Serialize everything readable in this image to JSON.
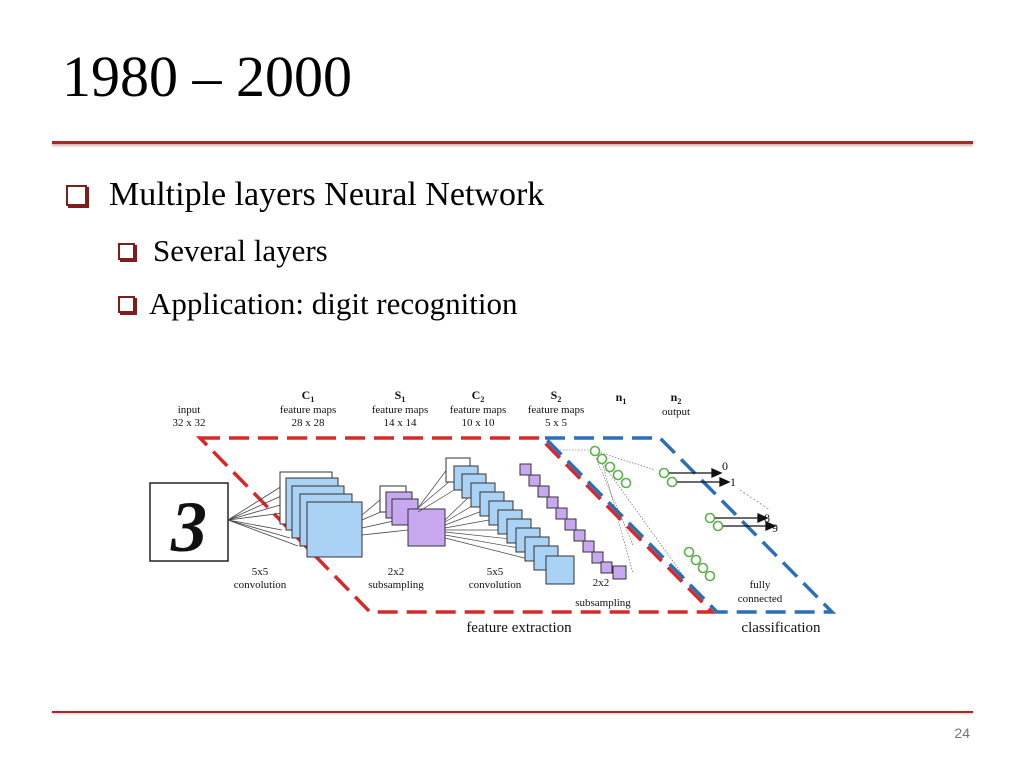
{
  "slide": {
    "title": "1980 – 2000",
    "bullets": [
      {
        "text": "Multiple layers  Neural Network",
        "level": 1
      },
      {
        "text": "Several layers",
        "level": 2
      },
      {
        "text": "Application: digit recognition",
        "level": 2
      }
    ],
    "page_number": "24"
  },
  "diagram": {
    "input_digit": "3",
    "layers": [
      {
        "name": "input",
        "label": "input",
        "size": "32 x 32"
      },
      {
        "name": "c1",
        "label_main": "C",
        "label_sub": "1",
        "caption": "feature maps",
        "size": "28 x 28"
      },
      {
        "name": "s1",
        "label_main": "S",
        "label_sub": "1",
        "caption": "feature maps",
        "size": "14 x 14"
      },
      {
        "name": "c2",
        "label_main": "C",
        "label_sub": "2",
        "caption": "feature maps",
        "size": "10 x 10"
      },
      {
        "name": "s2",
        "label_main": "S",
        "label_sub": "2",
        "caption": "feature maps",
        "size": "5 x 5"
      },
      {
        "name": "n1",
        "label_main": "n",
        "label_sub": "1"
      },
      {
        "name": "n2",
        "label_main": "n",
        "label_sub": "2",
        "caption": "output"
      }
    ],
    "operations": [
      {
        "name": "conv1",
        "line1": "5x5",
        "line2": "convolution"
      },
      {
        "name": "sub1",
        "line1": "2x2",
        "line2": "subsampling"
      },
      {
        "name": "conv2",
        "line1": "5x5",
        "line2": "convolution"
      },
      {
        "name": "sub2",
        "line1": "2x2",
        "line2": "subsampling"
      },
      {
        "name": "fc",
        "line1": "fully",
        "line2": "connected"
      }
    ],
    "outputs": [
      "0",
      "1",
      "8",
      "9"
    ],
    "sections": {
      "feature_extraction": "feature extraction",
      "classification": "classification"
    },
    "colors": {
      "feature_extraction_border": "#d62a2a",
      "classification_border": "#2a6fb8",
      "feature_map_blue": "#a9d2f5",
      "feature_map_purple": "#c8a8f0",
      "neuron_green": "#7ccf6a"
    }
  }
}
